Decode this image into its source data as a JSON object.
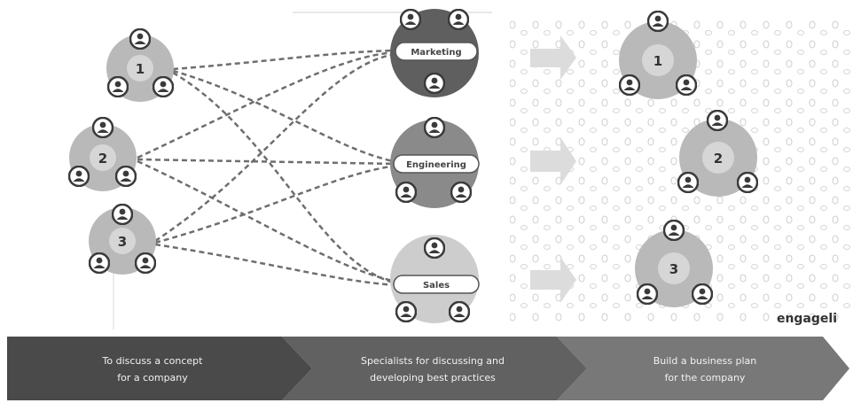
{
  "left_groups": [
    "1",
    "2",
    "3"
  ],
  "departments": {
    "marketing": "Marketing",
    "engineering": "Engineering",
    "sales": "Sales"
  },
  "right_groups": [
    "1",
    "2",
    "3"
  ],
  "logo": "engageli",
  "steps": [
    {
      "line1": "To discuss a concept",
      "line2": "for a company"
    },
    {
      "line1": "Specialists for discussing and",
      "line2": "developing best practices"
    },
    {
      "line1": "Build a business plan",
      "line2": "for the company"
    }
  ],
  "colors": {
    "group_circle": "#b9b9b9",
    "center_circle": "#d6d6d6",
    "marketing_circle": "#5f5f5f",
    "engineering_circle": "#8a8a8a",
    "sales_circle": "#cdcdcd",
    "person_icon": "#3a3a3a",
    "dashed_line": "#6e6e6e",
    "arrow_fill": "#dcdcdc",
    "banner_1": "#4a4a4a",
    "banner_2": "#616161",
    "banner_3": "#787878"
  }
}
